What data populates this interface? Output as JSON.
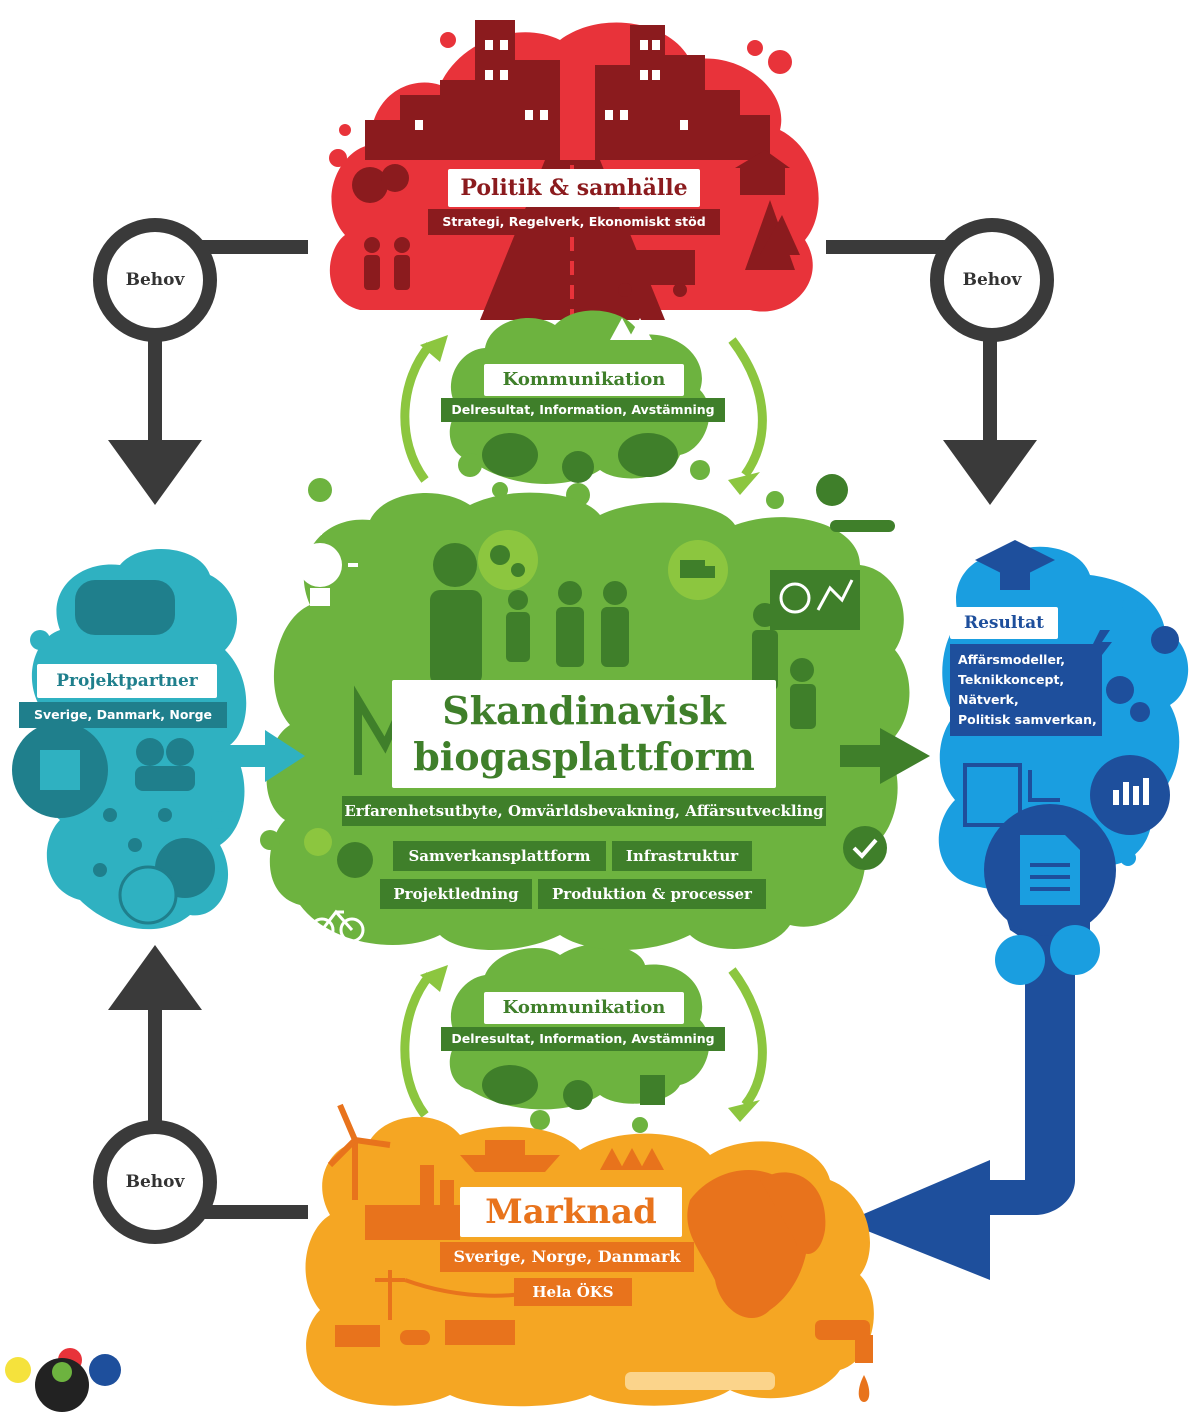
{
  "colors": {
    "red": "#e8333a",
    "red_dark": "#8b1b1e",
    "green": "#6db33f",
    "green_dark": "#3f7f2a",
    "teal": "#2fb1c1",
    "teal_dark": "#1f7f8c",
    "blue": "#1a9ee0",
    "blue_dark": "#1e4f9c",
    "orange": "#f5a623",
    "orange_dark": "#e8731c",
    "arrow_gray": "#3a3a3a"
  },
  "politik": {
    "title": "Politik & samhälle",
    "subtitle": "Strategi, Regelverk, Ekonomiskt stöd"
  },
  "behov": {
    "top_left": "Behov",
    "top_right": "Behov",
    "bottom_left": "Behov"
  },
  "kommunikation_top": {
    "title": "Kommunikation",
    "subtitle": "Delresultat, Information, Avstämning"
  },
  "kommunikation_bottom": {
    "title": "Kommunikation",
    "subtitle": "Delresultat, Information, Avstämning"
  },
  "center": {
    "title_line1": "Skandinavisk",
    "title_line2": "biogasplattform",
    "subtitle": "Erfarenhetsutbyte, Omvärldsbevakning, Affärsutveckling",
    "chips": [
      "Samverkansplattform",
      "Infrastruktur",
      "Projektledning",
      "Produktion & processer"
    ]
  },
  "projektpartner": {
    "title": "Projektpartner",
    "subtitle": "Sverige, Danmark, Norge"
  },
  "resultat": {
    "title": "Resultat",
    "items": [
      "Affärsmodeller,",
      "Teknikkoncept,",
      "Nätverk,",
      "Politisk samverkan,"
    ]
  },
  "marknad": {
    "title": "Marknad",
    "subtitle": "Sverige, Norge, Danmark",
    "subtitle2": "Hela ÖKS"
  },
  "icons": [
    "city-icon",
    "handshake-icon",
    "lightbulb-icon",
    "gears-icon",
    "truck-icon",
    "graduation-cap-icon",
    "document-icon",
    "chart-icon",
    "wind-turbine-icon",
    "factory-icon",
    "ship-icon",
    "train-icon",
    "tap-icon",
    "check-icon",
    "bicycle-icon",
    "leaf-icon",
    "chat-icon",
    "logo-balls"
  ]
}
